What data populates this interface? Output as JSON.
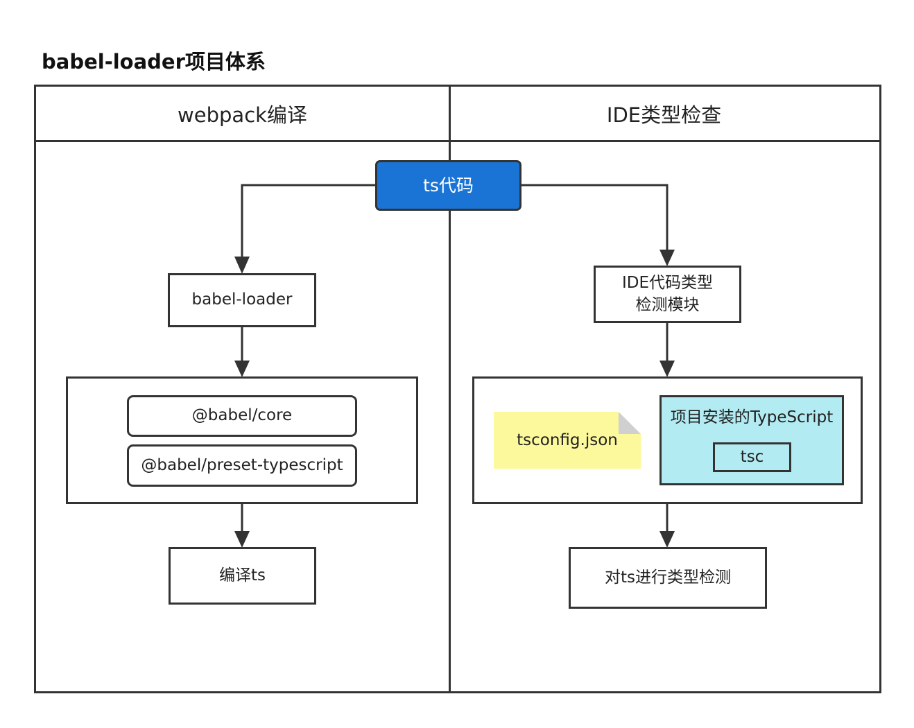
{
  "title": "babel-loader项目体系",
  "lanes": {
    "left": "webpack编译",
    "right": "IDE类型检查"
  },
  "nodes": {
    "source": "ts代码",
    "babel_loader": "babel-loader",
    "babel_core": "@babel/core",
    "preset_typescript": "@babel/preset-typescript",
    "compile_ts": "编译ts",
    "ide_module_line1": "IDE代码类型",
    "ide_module_line2": "检测模块",
    "tsconfig": "tsconfig.json",
    "project_typescript": "项目安装的TypeScript",
    "tsc": "tsc",
    "type_check": "对ts进行类型检测"
  },
  "colors": {
    "source_fill": "#1a74d6",
    "note_fill": "#fcf89c",
    "typescript_fill": "#b3ebf2",
    "line": "#333333"
  }
}
